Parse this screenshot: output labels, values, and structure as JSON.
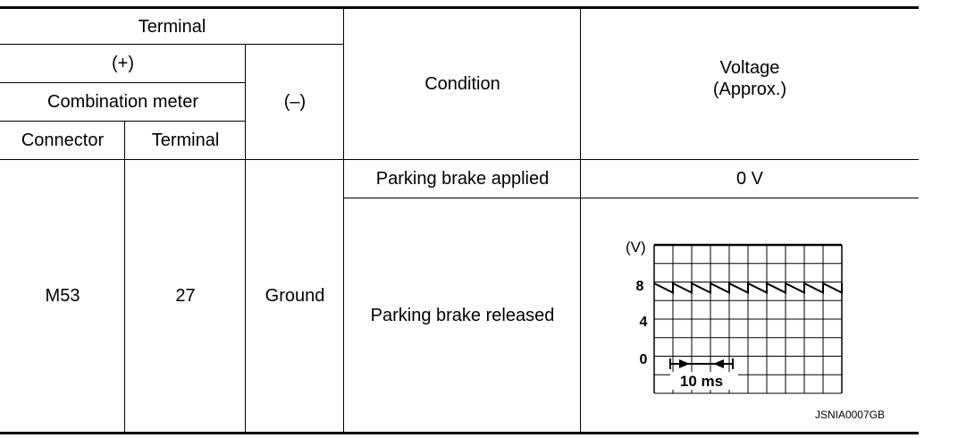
{
  "headers": {
    "terminal": "Terminal",
    "plus": "(+)",
    "combination_meter": "Combination meter",
    "connector": "Connector",
    "terminal_sub": "Terminal",
    "minus": "(–)",
    "condition": "Condition",
    "voltage_line1": "Voltage",
    "voltage_line2": "(Approx.)"
  },
  "row": {
    "connector": "M53",
    "terminal": "27",
    "ground": "Ground"
  },
  "conditions": [
    {
      "label": "Parking brake applied",
      "voltage": "0 V"
    },
    {
      "label": "Parking brake released"
    }
  ],
  "waveform": {
    "y_unit": "(V)",
    "y_ticks": [
      "8",
      "4",
      "0"
    ],
    "time_label": "10 ms",
    "image_code": "JSNIA0007GB",
    "level_high_v": 8
  }
}
